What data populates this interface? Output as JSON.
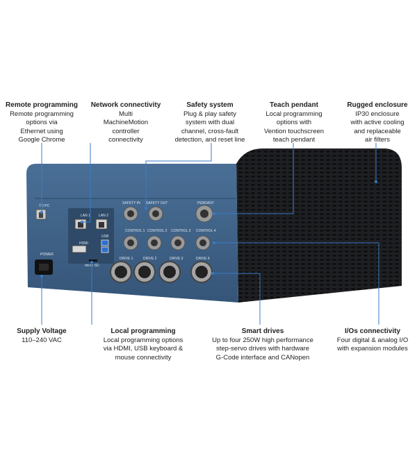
{
  "callouts": {
    "remote": {
      "title": "Remote programming",
      "desc": "Remote programming\noptions via\nEthernet using\nGoogle Chrome"
    },
    "network": {
      "title": "Network connectivity",
      "desc": "Multi\nMachineMotion\ncontroller\nconnectivity"
    },
    "safety": {
      "title": "Safety system",
      "desc": "Plug & play safety\nsystem with dual\nchannel, cross-fault\ndetection, and reset line"
    },
    "teach": {
      "title": "Teach pendant",
      "desc": "Local programming\noptions with\nVention touchscreen\nteach pendant"
    },
    "rugged": {
      "title": "Rugged enclosure",
      "desc": "IP30 enclosure\nwith active cooling\nand replaceable\nair filters"
    },
    "supply": {
      "title": "Supply Voltage",
      "desc": "110–240 VAC"
    },
    "local": {
      "title": "Local programming",
      "desc": "Local programming options\nvia HDMI, USB keyboard &\nmouse connectivity"
    },
    "drives": {
      "title": "Smart drives",
      "desc": "Up to four 250W high performance\nstep-servo drives with hardware\nG-Code interface and CANopen"
    },
    "ios": {
      "title": "I/Os connectivity",
      "desc": "Four digital & analog I/O\nwith expansion modules"
    }
  },
  "panel_labels": {
    "to_pc": "TO PC",
    "lan1": "LAN 1",
    "lan2": "LAN 2",
    "hdmi": "HDMI",
    "usb": "USB",
    "micro_sd": "micro SD",
    "power": "POWER",
    "safety_in": "SAFETY IN",
    "safety_out": "SAFETY OUT",
    "pendant": "PENDANT",
    "control1": "CONTROL 1",
    "control2": "CONTROL 2",
    "control3": "CONTROL 3",
    "control4": "CONTROL 4",
    "drive1": "DRIVE 1",
    "drive2": "DRIVE 2",
    "drive3": "DRIVE 3",
    "drive4": "DRIVE 4"
  },
  "colors": {
    "panel": "#3f6389",
    "enclosure": "#1e1f22",
    "line": "#3a7bc8"
  }
}
